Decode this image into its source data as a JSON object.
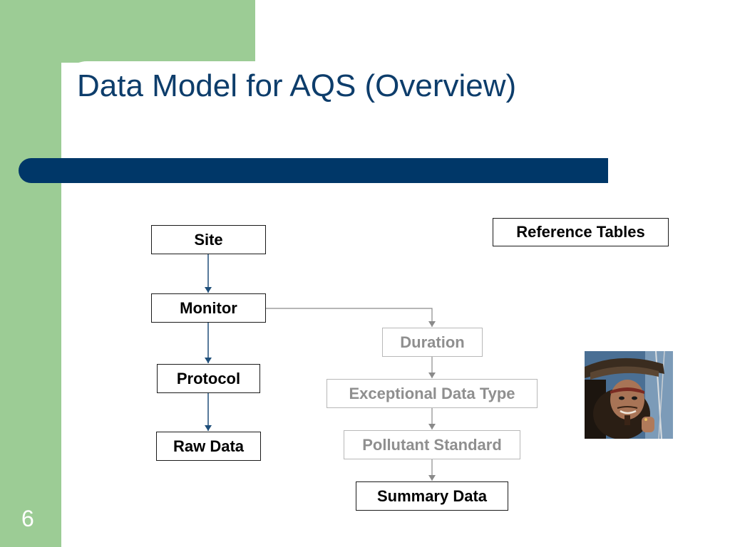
{
  "slide": {
    "title": "Data Model for AQS (Overview)",
    "number": "6"
  },
  "diagram": {
    "nodes": {
      "site": "Site",
      "monitor": "Monitor",
      "protocol": "Protocol",
      "raw_data": "Raw Data",
      "reference_tables": "Reference Tables",
      "duration": "Duration",
      "exceptional_data_type": "Exceptional Data Type",
      "pollutant_standard": "Pollutant Standard",
      "summary_data": "Summary Data"
    }
  },
  "colors": {
    "accent_green": "#9ccc95",
    "title_navy": "#0d3d6b",
    "bar_navy": "#003768",
    "arrow_dark": "#1f4e79",
    "arrow_gray": "#8a8a8a",
    "faded_text": "#8f8f8f"
  },
  "photo": {
    "icon": "pirate-portrait-photo"
  }
}
